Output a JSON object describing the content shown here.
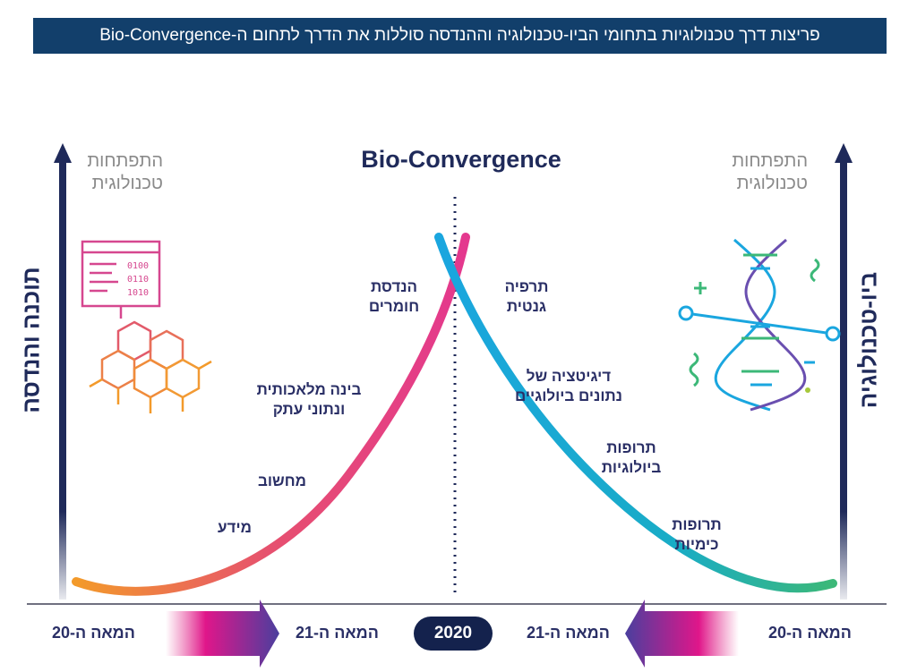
{
  "title": "פריצות דרך טכנולוגיות בתחומי הביו-טכנולוגיה וההנדסה סוללות את הדרך לתחום ה-Bio-Convergence",
  "center_title": "Bio-Convergence",
  "left_axis": {
    "label": "תוכנה והנדסה",
    "development": [
      "התפתחות",
      "טכנולוגית"
    ],
    "milestones": [
      {
        "lines": [
          "הנדסת",
          "חומרים"
        ]
      },
      {
        "lines": [
          "בינה מלאכותית",
          "ונתוני עתק"
        ]
      },
      {
        "lines": [
          "מחשוב"
        ]
      },
      {
        "lines": [
          "מידע"
        ]
      }
    ],
    "icon": "computer-molecule-icon",
    "curve_colors": [
      "#f39a2a",
      "#e0487c",
      "#e4388e"
    ]
  },
  "right_axis": {
    "label": "ביו-טכנולוגיה",
    "development": [
      "התפתחות",
      "טכנולוגית"
    ],
    "milestones": [
      {
        "lines": [
          "תרפיה",
          "גנטית"
        ]
      },
      {
        "lines": [
          "דיגיטציה של",
          "נתונים ביולוגיים"
        ]
      },
      {
        "lines": [
          "תרופות",
          "ביולוגיות"
        ]
      },
      {
        "lines": [
          "תרופות",
          "כימיות"
        ]
      }
    ],
    "icon": "dna-icon",
    "curve_colors": [
      "#1aa6df",
      "#1ab0c0",
      "#3cb878"
    ]
  },
  "timeline": {
    "left_start": "המאה ה-20",
    "left_end": "המאה ה-21",
    "year": "2020",
    "right_end": "המאה ה-21",
    "right_start": "המאה ה-20"
  },
  "colors": {
    "title_bg": "#123f6b",
    "axis": "#1f2a5a",
    "pill": "#14224d"
  }
}
